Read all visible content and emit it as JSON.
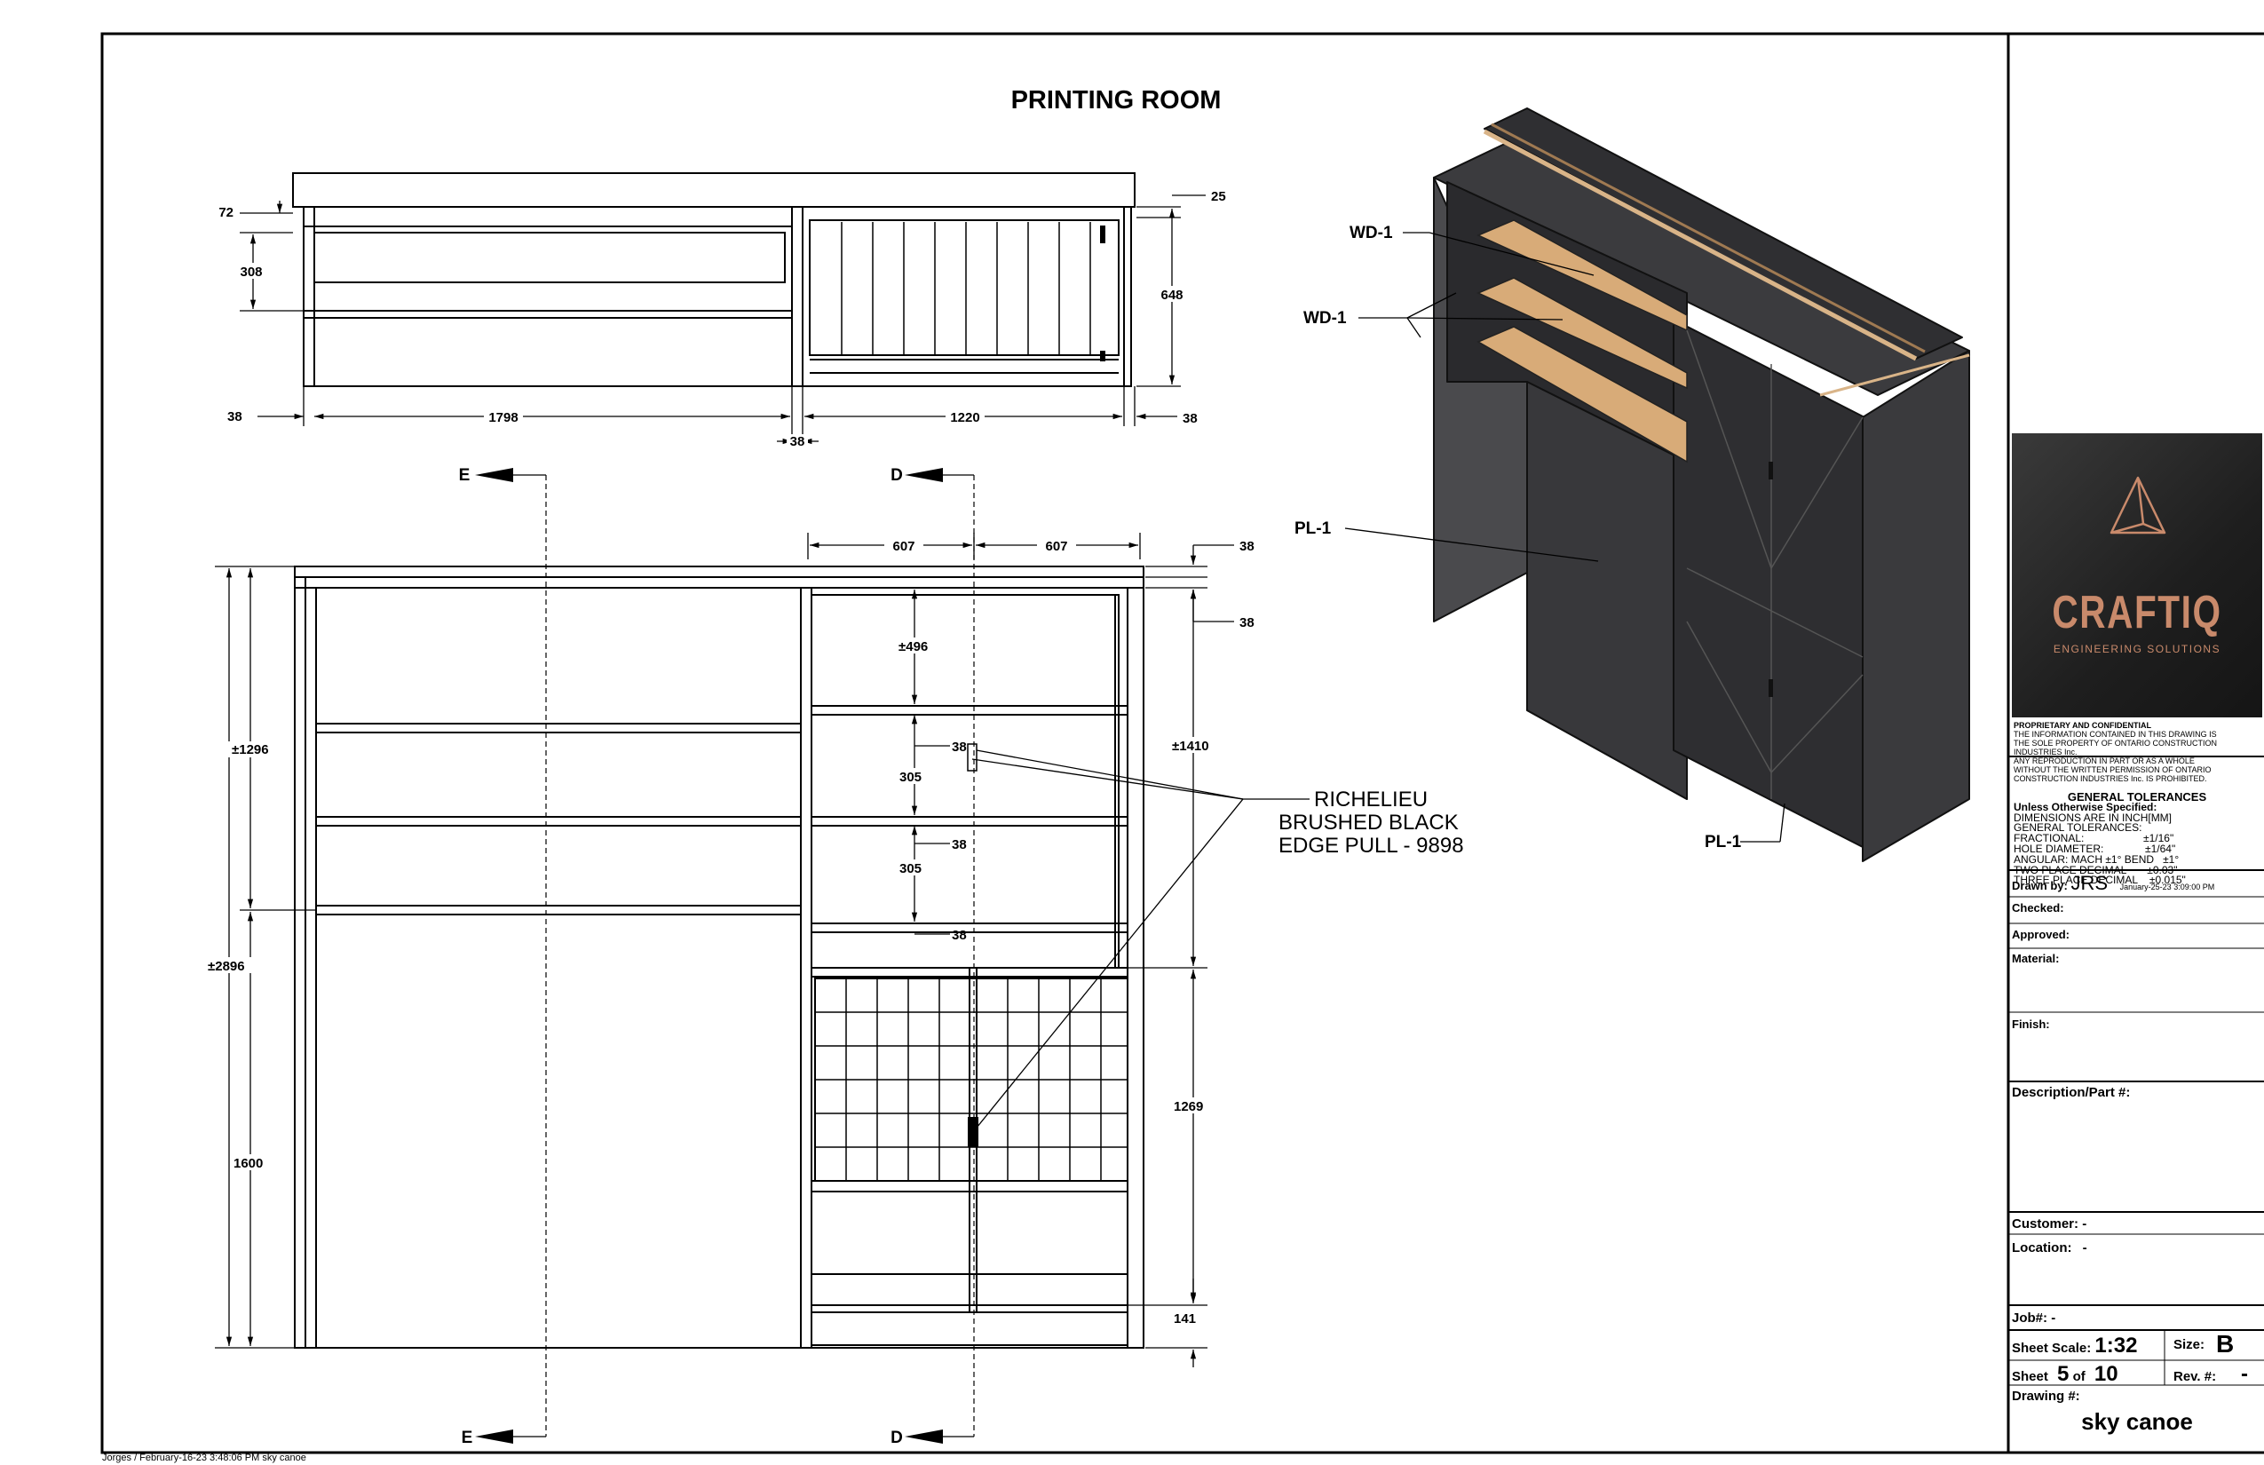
{
  "title": "PRINTING ROOM",
  "plan_dims": {
    "d72": "72",
    "d308": "308",
    "d25": "25",
    "d648": "648",
    "d38a": "38",
    "d1798": "1798",
    "d38b": "38",
    "d1220": "1220",
    "d38c": "38"
  },
  "elev_dims": {
    "d607a": "607",
    "d607b": "607",
    "d38top1": "38",
    "d38top2": "38",
    "d496": "±496",
    "d1296": "±1296",
    "d1410": "±1410",
    "d305a": "305",
    "d305b": "305",
    "d38m1": "38",
    "d38m2": "38",
    "d38m3": "38",
    "d2896": "±2896",
    "d1269": "1269",
    "d1600": "1600",
    "d141": "141"
  },
  "sections": {
    "e_top": "E",
    "d_top": "D",
    "e_bottom": "E",
    "d_bottom": "D"
  },
  "hardware_note": [
    "RICHELIEU",
    "BRUSHED BLACK",
    "EDGE PULL - 9898"
  ],
  "iso_labels": {
    "wd1a": "WD-1",
    "wd1b": "WD-1",
    "pl1a": "PL-1",
    "pl1b": "PL-1"
  },
  "title_block": {
    "brand": "CRAFTIQ",
    "tagline": "ENGINEERING SOLUTIONS",
    "prop_heading": "PROPRIETARY AND CONFIDENTIAL",
    "prop_lines": [
      "THE INFORMATION CONTAINED IN THIS DRAWING IS",
      "THE SOLE PROPERTY OF ONTARIO CONSTRUCTION",
      "INDUSTRIES Inc.",
      "ANY REPRODUCTION IN PART OR AS A WHOLE",
      "WITHOUT THE WRITTEN PERMISSION OF ONTARIO",
      "CONSTRUCTION INDUSTRIES Inc. IS PROHIBITED."
    ],
    "tol_heading": "GENERAL TOLERANCES",
    "tol_lines": [
      "Unless Otherwise Specified:",
      "DIMENSIONS ARE IN INCH[MM]",
      "GENERAL TOLERANCES:",
      "FRACTIONAL:                    ±1/16\"",
      "HOLE DIAMETER:              ±1/64\"",
      "ANGULAR: MACH ±1° BEND   ±1°",
      "TWO PLACE DECIMAL       ±0.03\"",
      "THREE PLACE DECIMAL    ±0.015\""
    ],
    "drawn_by_label": "Drawn by:",
    "drawn_by": "JRS",
    "drawn_date": "January-25-23 3:09:00 PM",
    "checked_label": "Checked:",
    "approved_label": "Approved:",
    "material_label": "Material:",
    "finish_label": "Finish:",
    "description_label": "Description/Part #:",
    "customer_label": "Customer:",
    "customer": "-",
    "location_label": "Location:",
    "location": "-",
    "job_label": "Job#:",
    "job": "-",
    "scale_label": "Sheet Scale:",
    "scale": "1:32",
    "size_label": "Size:",
    "size": "B",
    "sheet_label": "Sheet",
    "sheet_no": "5",
    "of_label": "of",
    "sheet_total": "10",
    "rev_label": "Rev. #:",
    "rev": "-",
    "drawing_label": "Drawing #:",
    "drawing": "sky canoe"
  },
  "footer": "Jorges / February-16-23 3:48:06 PM  sky canoe"
}
